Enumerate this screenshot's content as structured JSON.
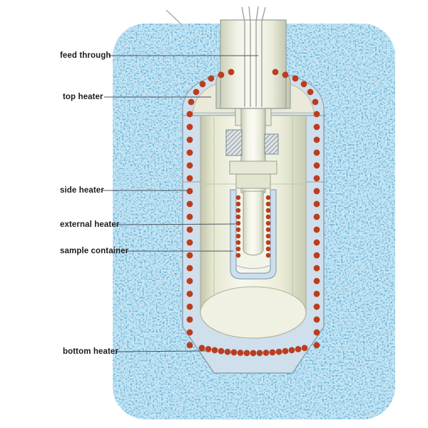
{
  "labels": {
    "feed_through": "feed through",
    "top_heater": "top heater",
    "side_heater": "side heater",
    "external_heater": "external heater",
    "sample_container": "sample container",
    "bottom_heater": "bottom heater"
  },
  "colors": {
    "heater_dot": "#c03c1c",
    "insulation_base": "#c4e6f4",
    "insulation_speckle_dark": "#5fb0d8",
    "insulation_speckle_deep": "#2f88ba",
    "insulation_speckle_light": "#f2fafd",
    "vessel_wall": "#cfdfec",
    "vessel_interior": "#f2f2e4",
    "label_text": "#1c1c1c",
    "leader_line": "#4a5560"
  }
}
